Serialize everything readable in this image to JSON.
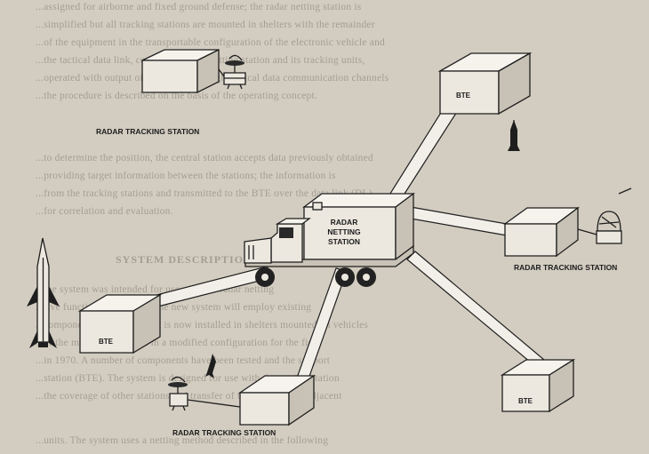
{
  "background_text": {
    "lines": [
      "...assigned for airborne and fixed ground defense; the radar netting station is",
      "...simplified but all tracking stations are mounted in shelters with the remainder",
      "...of the equipment in the transportable configuration of the electronic vehicle and",
      "...the tactical data link, consisting of the netting station and its tracking units,",
      "...operated with output of each radar through tactical data communication channels",
      "...the procedure is described on the basis of the operating concept.",
      "...to determine the position, the central station accepts data previously obtained",
      "...providing target information between the stations; the information is",
      "...from the tracking stations and transmitted to the BTE over the data link (DL)",
      "...for correlation and evaluation.",
      "...the system was intended for use with the radar netting",
      "...five functional elements. The new system will employ existing",
      "...components; the equipment is now installed in shelters mounted on vehicles",
      "...of the mobile equipment in a modified configuration for the field",
      "...in 1970. A number of components have been tested and the support",
      "...station (BTE). The system is designed for use with the netting station",
      "...the coverage of other stations and transfer of tracking data to adjacent",
      "...units.  The system uses a netting method described in the following"
    ],
    "heading": "SYSTEM DESCRIPTION — AN/GSQ"
  },
  "labels": {
    "rts_top_left": "RADAR TRACKING STATION",
    "rts_right": "RADAR TRACKING STATION",
    "rts_bottom": "RADAR TRACKING STATION",
    "netting_station": [
      "RADAR",
      "NETTING",
      "STATION"
    ],
    "bte_top": "BTE",
    "bte_left": "BTE",
    "bte_bottom_right": "BTE"
  },
  "colors": {
    "paper": "#d3cdc1",
    "ink": "#1e1e1e",
    "box_face": "#ece8df"
  },
  "icons": [
    "radar-antenna-icon",
    "missile-icon",
    "radome-icon",
    "truck-icon"
  ]
}
